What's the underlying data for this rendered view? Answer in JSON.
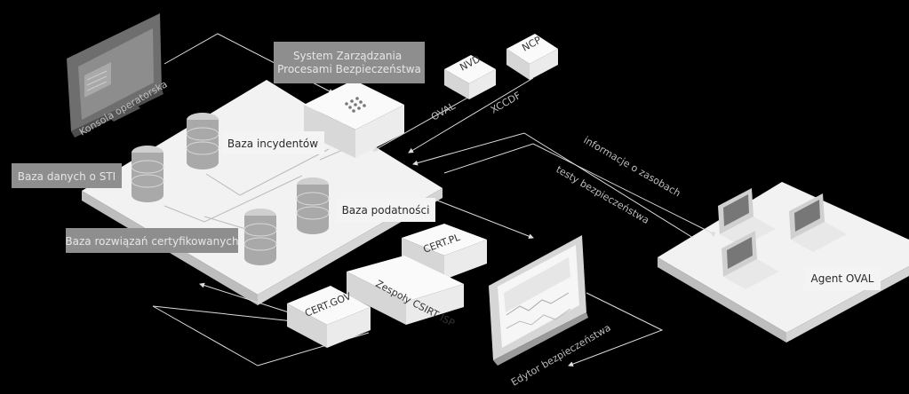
{
  "diagram": {
    "labels": {
      "system_label": "System Zarządzania Procesami Bezpieczeństwa",
      "baza_incydentow": "Baza incydentów",
      "baza_danych_sti": "Baza danych o STI",
      "baza_podatnosci": "Baza podatności",
      "baza_rozwiazan": "Baza rozwiązań certyfikowanych",
      "agent_oval": "Agent OVAL"
    },
    "boxes": {
      "nvd": "NVD",
      "ncp": "NCP",
      "cert_pl": "CERT.PL",
      "zespoly_csirt": "Zespoły CSIRT ISP",
      "cert_gov": "CERT.GOV"
    },
    "rotated": {
      "konsola": "Konsola operatorska",
      "oval": "OVAL",
      "xccdf": "XCCDF",
      "informacje": "informacje o zasobach",
      "testy": "testy bezpieczeństwa",
      "edytor": "Edytor bezpieczeństwa"
    }
  }
}
